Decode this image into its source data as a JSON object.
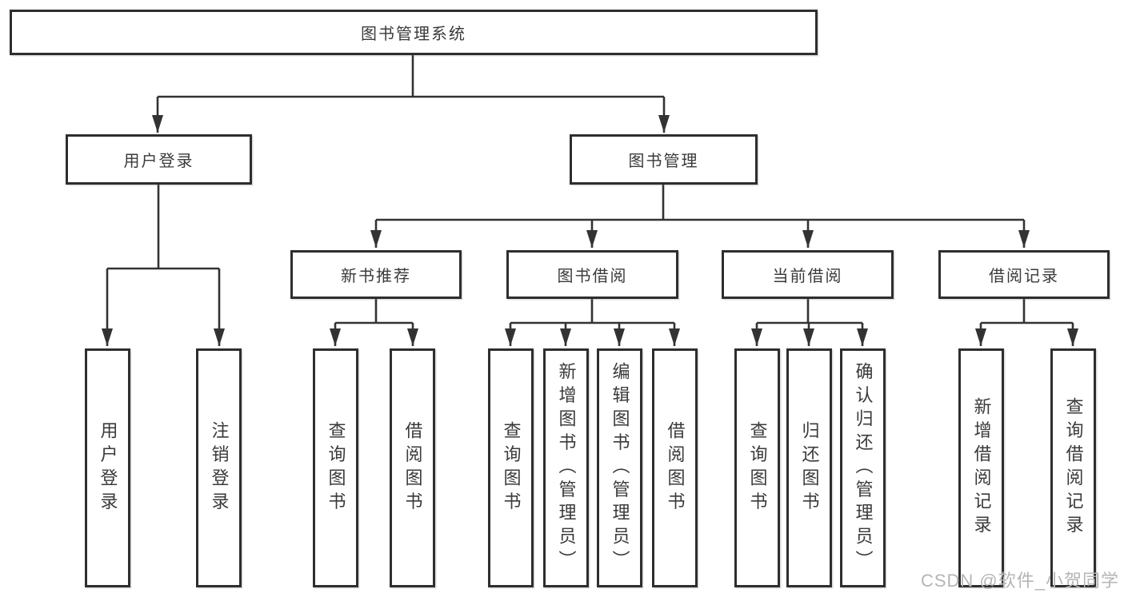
{
  "tree": {
    "label": "图书管理系统",
    "children": [
      {
        "label": "用户登录",
        "children": [
          {
            "label": "用户登录"
          },
          {
            "label": "注销登录"
          }
        ]
      },
      {
        "label": "图书管理",
        "children": [
          {
            "label": "新书推荐",
            "children": [
              {
                "label": "查询图书"
              },
              {
                "label": "借阅图书"
              }
            ]
          },
          {
            "label": "图书借阅",
            "children": [
              {
                "label": "查询图书"
              },
              {
                "label": "新增图书（管理员）"
              },
              {
                "label": "编辑图书（管理员）"
              },
              {
                "label": "借阅图书"
              }
            ]
          },
          {
            "label": "当前借阅",
            "children": [
              {
                "label": "查询图书"
              },
              {
                "label": "归还图书"
              },
              {
                "label": "确认归还（管理员）"
              }
            ]
          },
          {
            "label": "借阅记录",
            "children": [
              {
                "label": "新增借阅记录"
              },
              {
                "label": "查询借阅记录"
              }
            ]
          }
        ]
      }
    ]
  },
  "watermark": "CSDN @软件_小贺同学",
  "colors": {
    "line": "#333333",
    "box_border": "#2e2e2e",
    "text": "#3a3a3a",
    "box_fill": "#ffffff",
    "watermark": "#b5b5b5"
  }
}
